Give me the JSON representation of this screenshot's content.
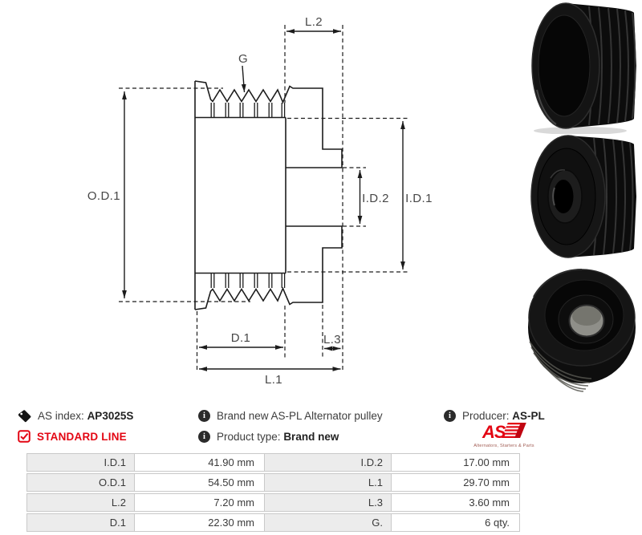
{
  "colors": {
    "brand_red": "#e30613",
    "drawing_line": "#1c1c1c",
    "text": "#3a3a3a",
    "table_label_bg": "#ececec",
    "table_border": "#c9c9c9"
  },
  "icons": {
    "tag": "tag-icon",
    "standard_line": "checkbox-checked-icon",
    "info": "info-icon"
  },
  "drawing": {
    "labels": {
      "od1": "O.D.1",
      "g": "G",
      "l2": "L.2",
      "id2": "I.D.2",
      "id1": "I.D.1",
      "d1": "D.1",
      "l3": "L.3",
      "l1": "L.1"
    }
  },
  "info": {
    "as_index_label": "AS index:",
    "as_index_value": "AP3025S",
    "standard_line": "STANDARD LINE",
    "description": "Brand new AS-PL Alternator pulley",
    "product_type_label": "Product type:",
    "product_type_value": "Brand new",
    "producer_label": "Producer:",
    "producer_value": "AS-PL"
  },
  "logo": {
    "text": "AS",
    "tagline": "Alternators, Starters & Parts"
  },
  "specs": {
    "rows": [
      {
        "c1": "I.D.1",
        "v1": "41.90 mm",
        "c2": "I.D.2",
        "v2": "17.00 mm"
      },
      {
        "c1": "O.D.1",
        "v1": "54.50 mm",
        "c2": "L.1",
        "v2": "29.70 mm"
      },
      {
        "c1": "L.2",
        "v1": "7.20 mm",
        "c2": "L.3",
        "v2": "3.60 mm"
      },
      {
        "c1": "D.1",
        "v1": "22.30 mm",
        "c2": "G.",
        "v2": "6 qty."
      }
    ]
  }
}
